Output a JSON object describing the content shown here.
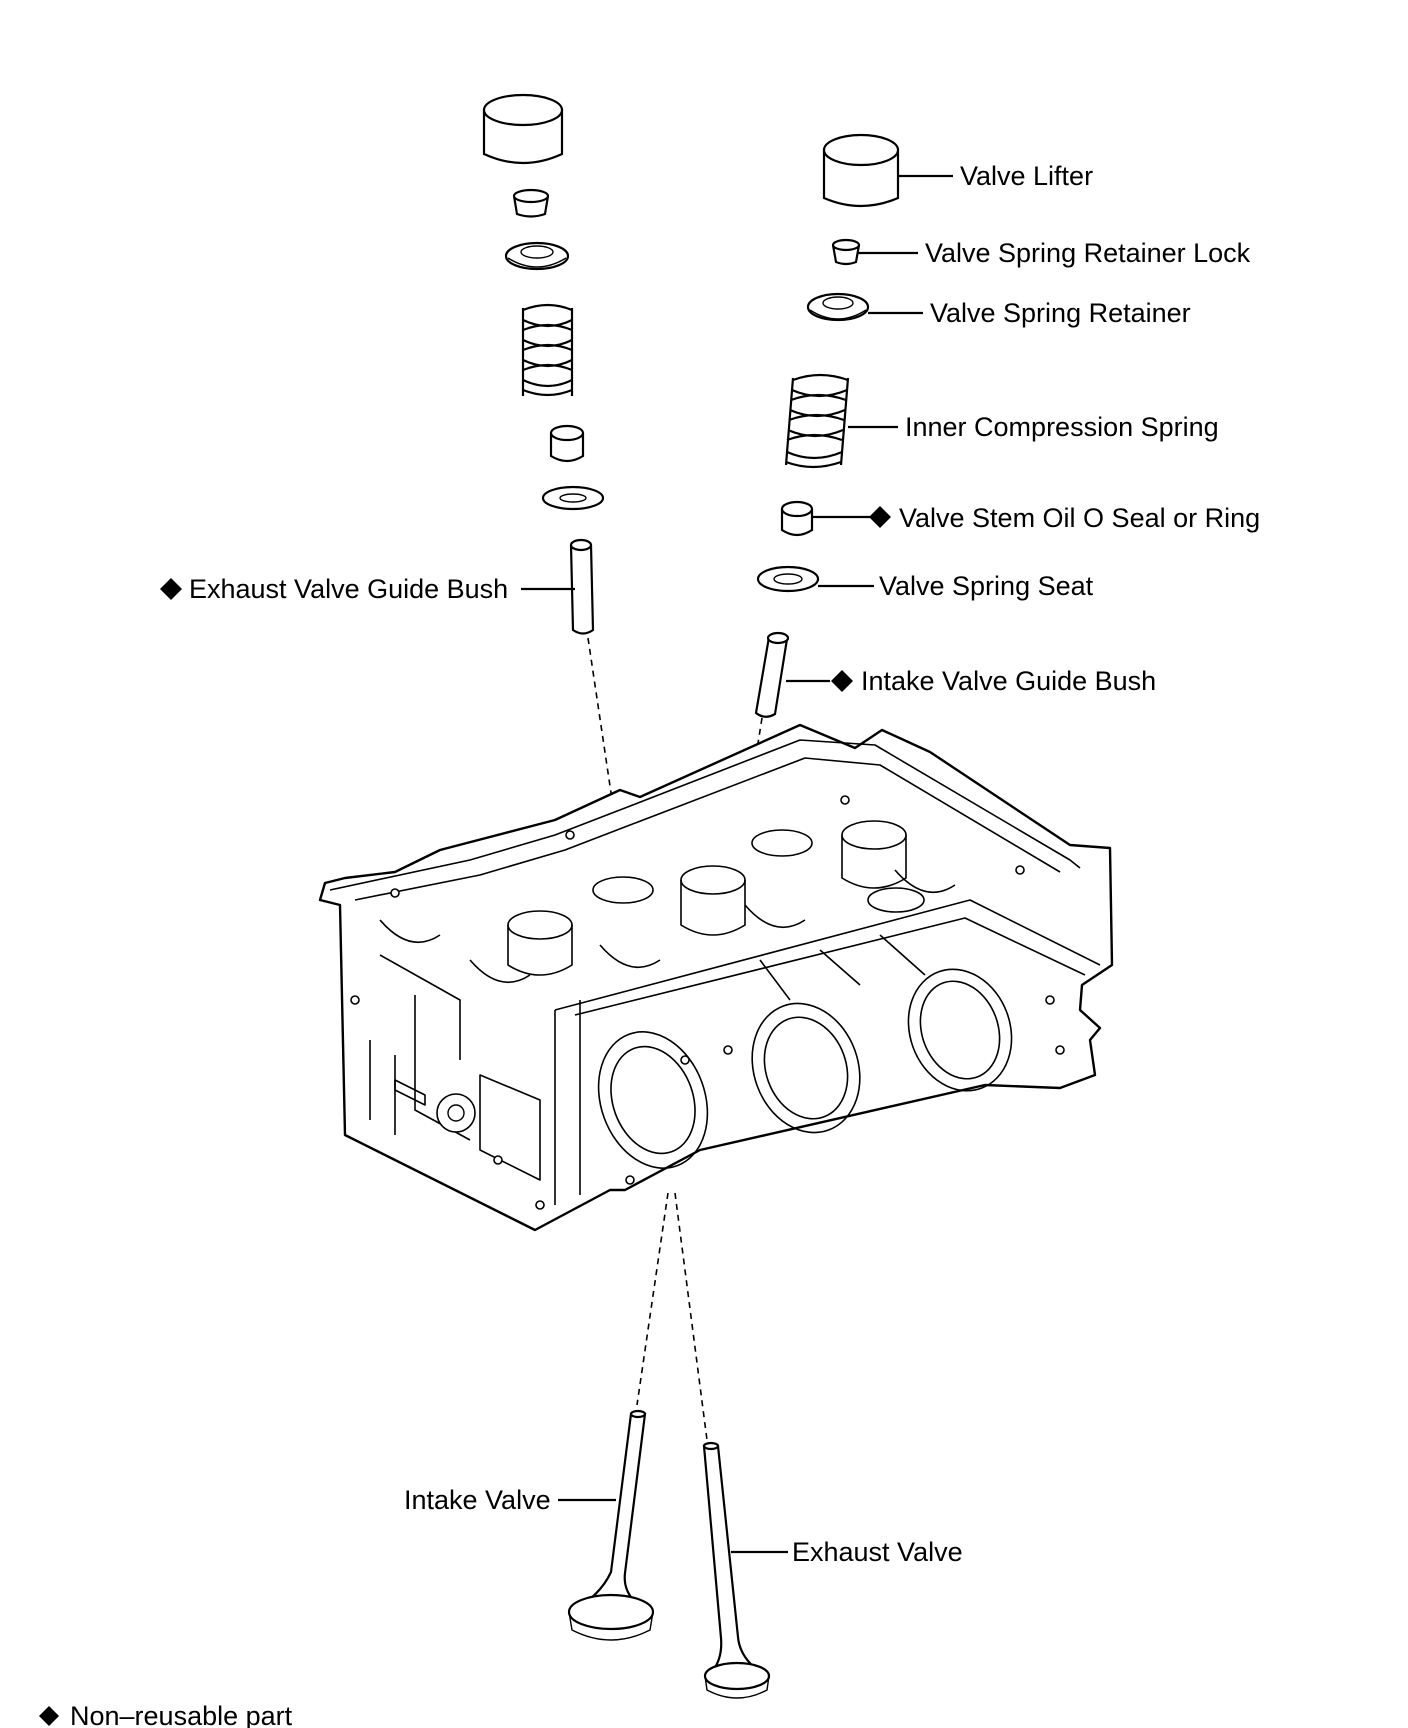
{
  "labels": {
    "valve_lifter": "Valve Lifter",
    "valve_spring_retainer_lock": "Valve Spring Retainer Lock",
    "valve_spring_retainer": "Valve Spring Retainer",
    "inner_compression_spring": "Inner Compression Spring",
    "valve_stem_oil_seal": "Valve Stem Oil O Seal or Ring",
    "valve_spring_seat": "Valve Spring Seat",
    "intake_valve_guide_bush": "Intake Valve Guide Bush",
    "exhaust_valve_guide_bush": "Exhaust Valve Guide Bush",
    "intake_valve": "Intake Valve",
    "exhaust_valve": "Exhaust Valve"
  },
  "legend": {
    "non_reusable": "Non–reusable part",
    "marker_symbol": "◆"
  },
  "icons": {
    "non_reusable_marker": "diamond-icon"
  }
}
